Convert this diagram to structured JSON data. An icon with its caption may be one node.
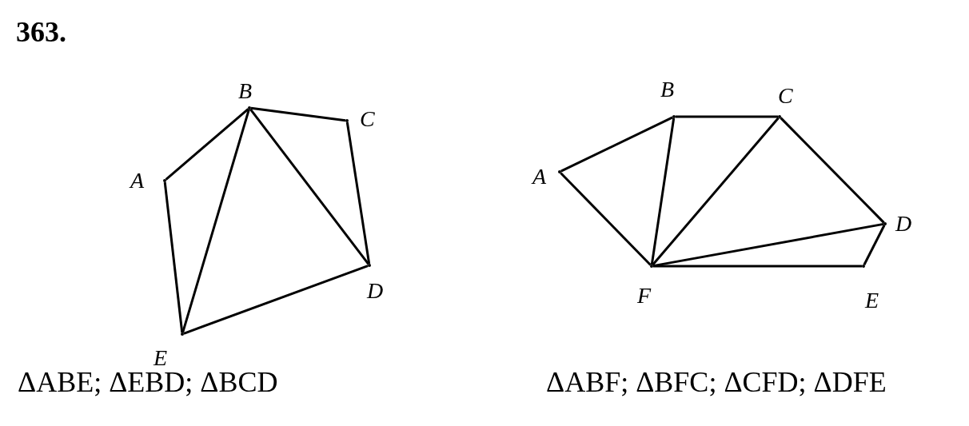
{
  "diagram": {
    "title": "363.",
    "nodes": [
      {
        "text": [],
        "shape": "point",
        "beside": [
          "A"
        ]
      },
      {
        "text": [],
        "shape": "point",
        "beside": [
          "B"
        ]
      },
      {
        "text": [],
        "shape": "point",
        "beside": [
          "C"
        ]
      },
      {
        "text": [],
        "shape": "point",
        "beside": [
          "D"
        ]
      },
      {
        "text": [],
        "shape": "point",
        "beside": [
          "E"
        ]
      },
      {
        "text": [],
        "shape": "point",
        "beside": [
          "A"
        ]
      },
      {
        "text": [],
        "shape": "point",
        "beside": [
          "B"
        ]
      },
      {
        "text": [],
        "shape": "point",
        "beside": [
          "C"
        ]
      },
      {
        "text": [],
        "shape": "point",
        "beside": [
          "D"
        ]
      },
      {
        "text": [],
        "shape": "point",
        "beside": [
          "E"
        ]
      },
      {
        "text": [],
        "shape": "point",
        "beside": [
          "F"
        ]
      }
    ],
    "edges": [
      {
        "from": 0,
        "to": 1,
        "arrow": "none"
      },
      {
        "from": 1,
        "to": 2,
        "arrow": "none"
      },
      {
        "from": 2,
        "to": 3,
        "arrow": "none"
      },
      {
        "from": 3,
        "to": 4,
        "arrow": "none"
      },
      {
        "from": 4,
        "to": 0,
        "arrow": "none"
      },
      {
        "from": 1,
        "to": 4,
        "arrow": "none"
      },
      {
        "from": 1,
        "to": 3,
        "arrow": "none"
      },
      {
        "from": 5,
        "to": 6,
        "arrow": "none"
      },
      {
        "from": 6,
        "to": 7,
        "arrow": "none"
      },
      {
        "from": 7,
        "to": 8,
        "arrow": "none"
      },
      {
        "from": 8,
        "to": 9,
        "arrow": "none"
      },
      {
        "from": 9,
        "to": 10,
        "arrow": "none"
      },
      {
        "from": 10,
        "to": 5,
        "arrow": "none"
      },
      {
        "from": 6,
        "to": 10,
        "arrow": "none"
      },
      {
        "from": 7,
        "to": 10,
        "arrow": "none"
      },
      {
        "from": 8,
        "to": 10,
        "arrow": "none"
      }
    ],
    "labels": [
      "ΔABE; ΔEBD; ΔBCD",
      "ΔABF; ΔBFC; ΔCFD; ΔDFE"
    ]
  }
}
